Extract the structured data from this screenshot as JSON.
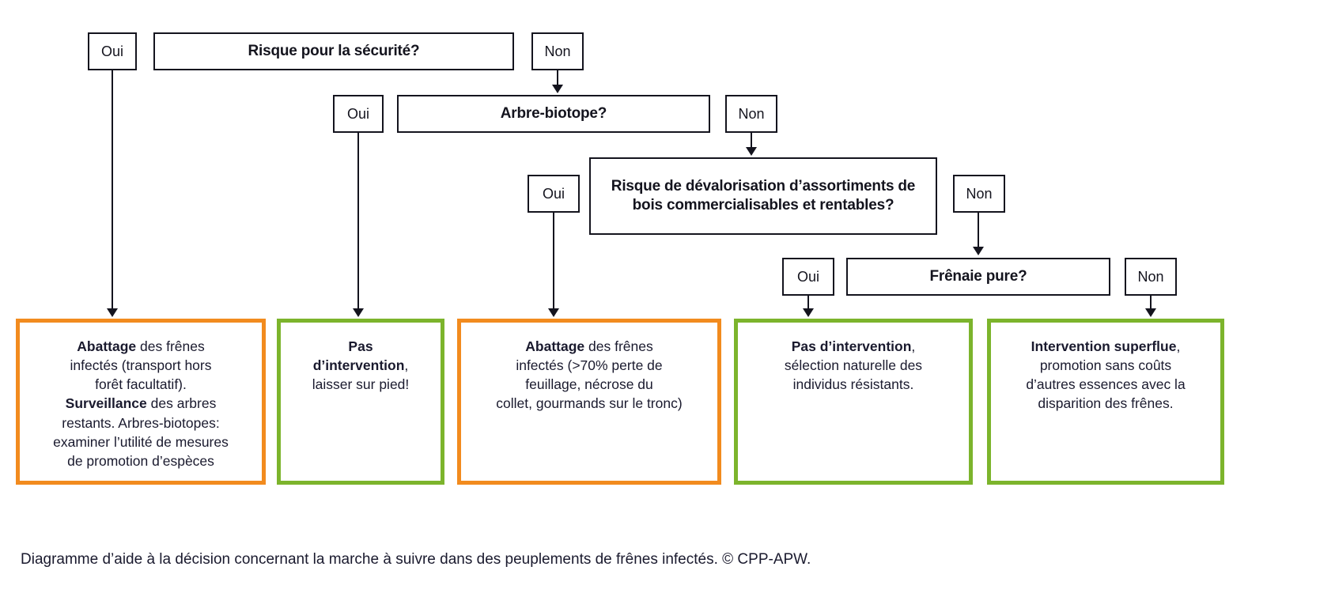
{
  "diagram": {
    "questions": [
      {
        "id": "q1",
        "label": "Risque pour la sécurité?"
      },
      {
        "id": "q2",
        "label": "Arbre-biotope?"
      },
      {
        "id": "q3",
        "label": "Risque de dévalorisation d’assortiments de bois commercialisables et rentables?"
      },
      {
        "id": "q4",
        "label": "Frênaie pure?"
      }
    ],
    "answers": {
      "yes": "Oui",
      "no": "Non"
    },
    "answer_labels": [
      {
        "id": "q1-oui",
        "text": "Oui"
      },
      {
        "id": "q1-non",
        "text": "Non"
      },
      {
        "id": "q2-oui",
        "text": "Oui"
      },
      {
        "id": "q2-non",
        "text": "Non"
      },
      {
        "id": "q3-oui",
        "text": "Oui"
      },
      {
        "id": "q3-non",
        "text": "Non"
      },
      {
        "id": "q4-oui",
        "text": "Oui"
      },
      {
        "id": "q4-non",
        "text": "Non"
      }
    ],
    "outcomes": [
      {
        "id": "outcome-1",
        "color": "#f28b1e",
        "lines": [
          {
            "bold": "Abattage",
            "rest": " des frênes"
          },
          {
            "bold": "",
            "rest": "infectés (transport hors"
          },
          {
            "bold": "",
            "rest": "forêt facultatif)."
          },
          {
            "bold": "Surveillance",
            "rest": " des arbres"
          },
          {
            "bold": "",
            "rest": "restants. Arbres-biotopes:"
          },
          {
            "bold": "",
            "rest": "examiner l’utilité de mesures"
          },
          {
            "bold": "",
            "rest": "de promotion d’espèces"
          }
        ]
      },
      {
        "id": "outcome-2",
        "color": "#7cb42c",
        "lines": [
          {
            "bold": "Pas",
            "rest": ""
          },
          {
            "bold": "d’intervention",
            "rest": ","
          },
          {
            "bold": "",
            "rest": "laisser sur pied!"
          }
        ]
      },
      {
        "id": "outcome-3",
        "color": "#f28b1e",
        "lines": [
          {
            "bold": "Abattage",
            "rest": " des frênes"
          },
          {
            "bold": "",
            "rest": "infectés (>70% perte de"
          },
          {
            "bold": "",
            "rest": "feuillage, nécrose du"
          },
          {
            "bold": "",
            "rest": "collet, gourmands sur le tronc)"
          }
        ]
      },
      {
        "id": "outcome-4",
        "color": "#7cb42c",
        "lines": [
          {
            "bold": "Pas d’intervention",
            "rest": ","
          },
          {
            "bold": "",
            "rest": "sélection naturelle des"
          },
          {
            "bold": "",
            "rest": "individus résistants."
          }
        ]
      },
      {
        "id": "outcome-5",
        "color": "#7cb42c",
        "lines": [
          {
            "bold": "Intervention superflue",
            "rest": ","
          },
          {
            "bold": "",
            "rest": "promotion sans coûts"
          },
          {
            "bold": "",
            "rest": "d’autres essences avec la"
          },
          {
            "bold": "",
            "rest": "disparition des frênes."
          }
        ]
      }
    ]
  },
  "caption": {
    "text": "Diagramme d’aide à la décision concernant la marche à suivre dans des peuplements de frênes infectés. © CPP-APW."
  },
  "colors": {
    "orange": "#f28b1e",
    "green": "#7cb42c",
    "ink": "#14141e",
    "background": "#ffffff"
  }
}
